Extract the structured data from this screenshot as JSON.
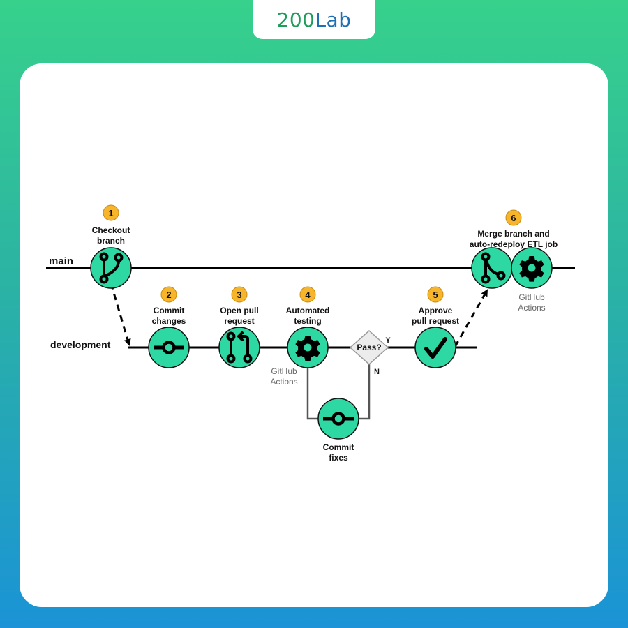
{
  "brand": {
    "num": "200",
    "word": "Lab"
  },
  "branches": {
    "main": "main",
    "development": "development"
  },
  "steps": [
    {
      "num": "1",
      "line1": "Checkout",
      "line2": "branch"
    },
    {
      "num": "2",
      "line1": "Commit",
      "line2": "changes"
    },
    {
      "num": "3",
      "line1": "Open pull",
      "line2": "request"
    },
    {
      "num": "4",
      "line1": "Automated",
      "line2": "testing"
    },
    {
      "num": "5",
      "line1": "Approve",
      "line2": "pull request"
    },
    {
      "num": "6",
      "line1": "Merge branch and",
      "line2": "auto-redeploy ETL job"
    }
  ],
  "decision": {
    "label": "Pass?",
    "yes": "Y",
    "no": "N"
  },
  "fix": {
    "line1": "Commit",
    "line2": "fixes"
  },
  "actions": {
    "line1": "GitHub",
    "line2": "Actions"
  },
  "colors": {
    "node": "#2ed8a3",
    "badge": "#f7b52c",
    "line": "#000000",
    "gray_line": "#555555"
  },
  "icons": {
    "checkout": "git-branch-icon",
    "commit": "git-commit-icon",
    "pull_request": "git-pull-request-icon",
    "testing": "gear-icon",
    "approve": "checkmark-icon",
    "merge": "git-merge-icon"
  }
}
